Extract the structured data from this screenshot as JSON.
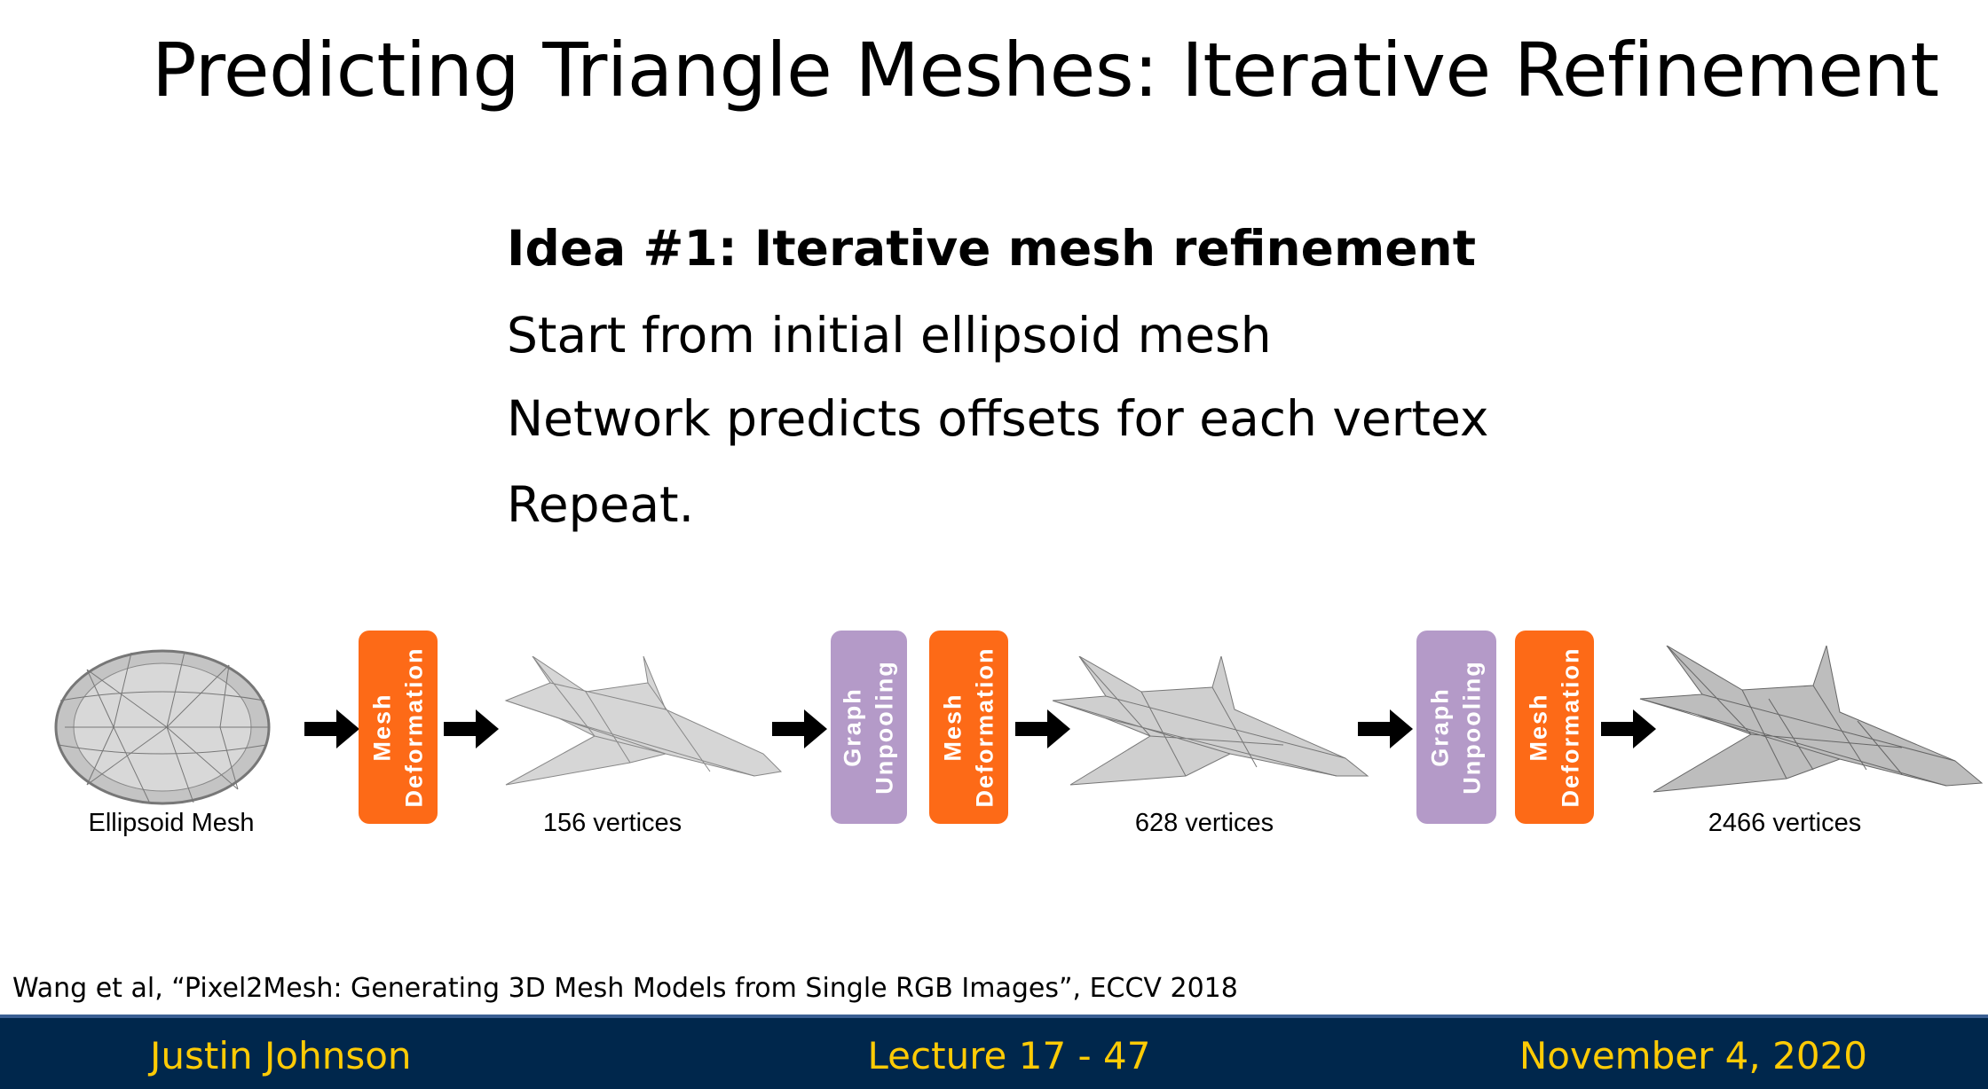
{
  "title": "Predicting Triangle Meshes: Iterative Refinement",
  "bullets": {
    "heading": "Idea #1: Iterative mesh refinement",
    "items": [
      "Start from initial ellipsoid mesh",
      "Network predicts offsets for each vertex",
      "Repeat."
    ]
  },
  "diagram": {
    "mesh_deformation": [
      "Mesh",
      "Deformation"
    ],
    "graph_unpooling": [
      "Graph",
      "Unpooling"
    ],
    "labels": [
      "Ellipsoid Mesh",
      "156 vertices",
      "628 vertices",
      "2466 vertices"
    ],
    "colors": {
      "deformation": "#fd6a17",
      "unpooling": "#b49ac8"
    }
  },
  "citation": "Wang et al, “Pixel2Mesh: Generating 3D Mesh Models from Single RGB Images”, ECCV 2018",
  "footer": {
    "author": "Justin Johnson",
    "lecture": "Lecture 17 - 47",
    "date": "November 4, 2020",
    "bg": "#00274c",
    "text_color": "#ffcb05"
  }
}
